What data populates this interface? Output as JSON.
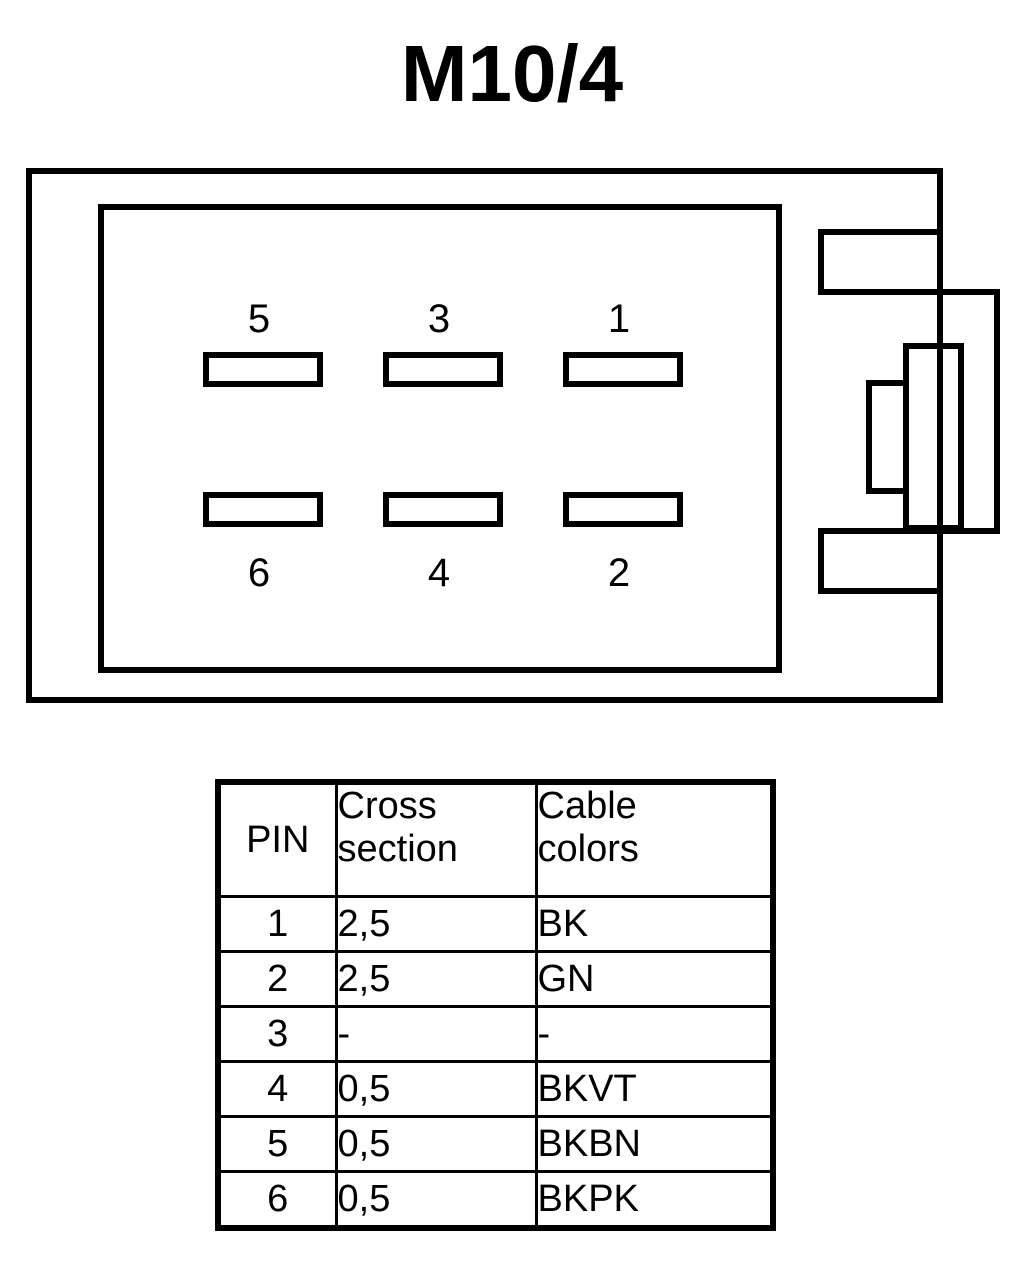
{
  "title": "M10/4",
  "connector": {
    "name": "connector-pinout-diagram",
    "top_row_pins": [
      "5",
      "3",
      "1"
    ],
    "bottom_row_pins": [
      "6",
      "4",
      "2"
    ],
    "line_color": "#000000",
    "fill_color": "#ffffff"
  },
  "table": {
    "headers": {
      "pin": "PIN",
      "cross_section_line1": "Cross",
      "cross_section_line2": "section",
      "cable_colors_line1": "Cable",
      "cable_colors_line2": "colors"
    },
    "rows": [
      {
        "pin": "1",
        "cross_section": "2,5",
        "cable_color": "BK"
      },
      {
        "pin": "2",
        "cross_section": "2,5",
        "cable_color": "GN"
      },
      {
        "pin": "3",
        "cross_section": "-",
        "cable_color": "-"
      },
      {
        "pin": "4",
        "cross_section": "0,5",
        "cable_color": "BKVT"
      },
      {
        "pin": "5",
        "cross_section": "0,5",
        "cable_color": "BKBN"
      },
      {
        "pin": "6",
        "cross_section": "0,5",
        "cable_color": "BKPK"
      }
    ]
  }
}
